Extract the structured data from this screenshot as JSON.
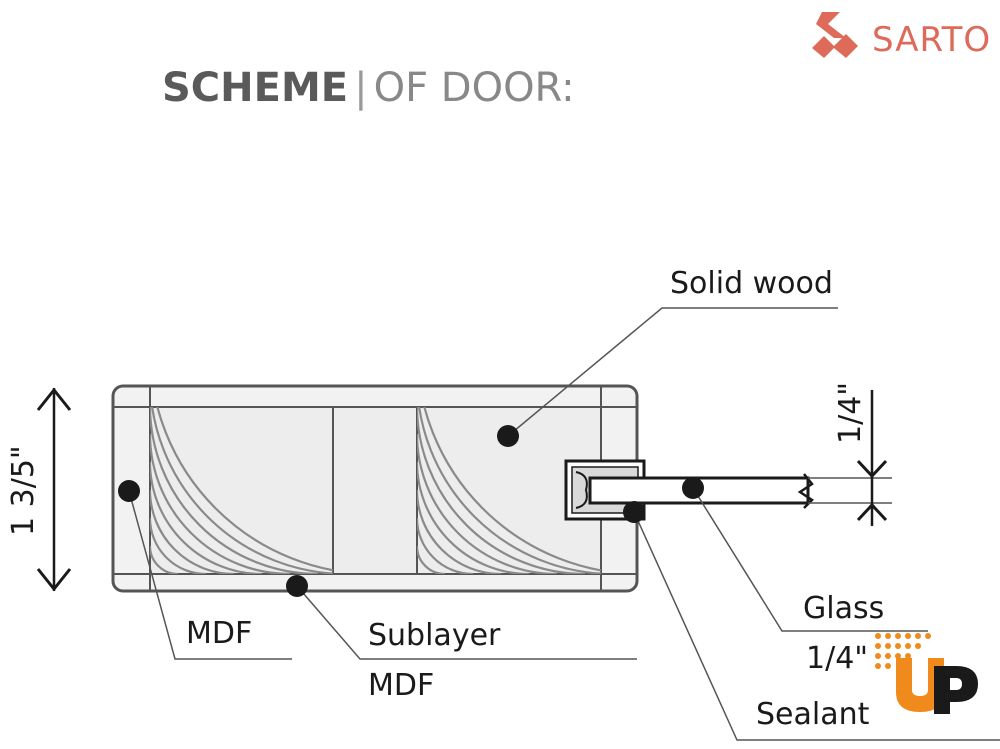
{
  "brand": {
    "name": "SARTO",
    "logo_icon": "sarto-logo-icon",
    "color": "#de6a5a"
  },
  "heading": {
    "strong": "SCHEME",
    "separator": "|",
    "light": "OF DOOR:"
  },
  "labels": {
    "solid_wood": "Solid wood",
    "mdf_left": "MDF",
    "sublayer": "Sublayer",
    "sublayer_mdf": "MDF",
    "glass": "Glass",
    "glass_thickness": "1/4\"",
    "sealant": "Sealant",
    "door_thickness": "1 3/5\"",
    "glass_dim": "1/4\""
  },
  "watermark": {
    "text": "UP",
    "colors": [
      "#f08a1c",
      "#1a1a1a"
    ]
  }
}
